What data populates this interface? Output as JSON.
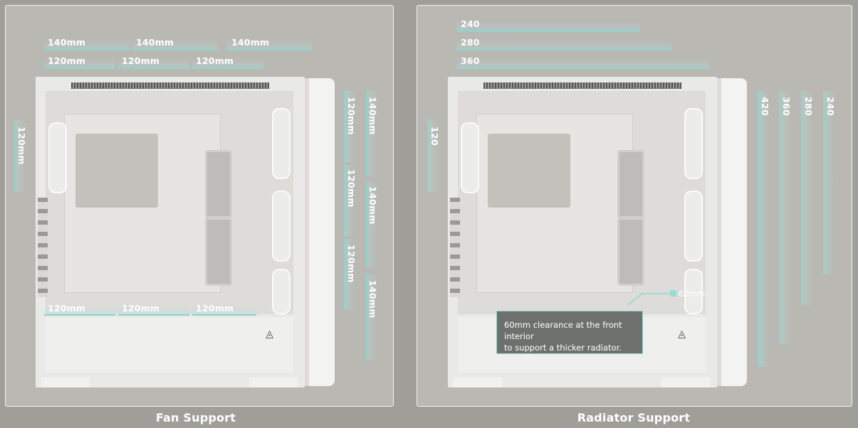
{
  "fan_support": {
    "caption": "Fan Support",
    "top_labels_row1": [
      "140mm",
      "140mm",
      "140mm"
    ],
    "top_labels_row2": [
      "120mm",
      "120mm",
      "120mm"
    ],
    "rear_label": "120mm",
    "bottom_labels": [
      "120mm",
      "120mm",
      "120mm"
    ],
    "front_labels_col1": [
      "120mm",
      "120mm",
      "120mm"
    ],
    "front_labels_col2": [
      "140mm",
      "140mm",
      "140mm"
    ]
  },
  "radiator_support": {
    "caption": "Radiator Support",
    "top_labels": [
      "240",
      "280",
      "360"
    ],
    "rear_label": "120",
    "front_labels": [
      "420",
      "360",
      "280",
      "240"
    ],
    "clearance_label": "60mm",
    "note_line1": "60mm clearance at the front interior",
    "note_line2": "to support a thicker radiator."
  },
  "colors": {
    "background": "#a09e99",
    "panel": "#bab8b3",
    "accent_line": "#8fd3cf"
  },
  "icons": {
    "psu_logo": "triangle-logo-icon"
  }
}
